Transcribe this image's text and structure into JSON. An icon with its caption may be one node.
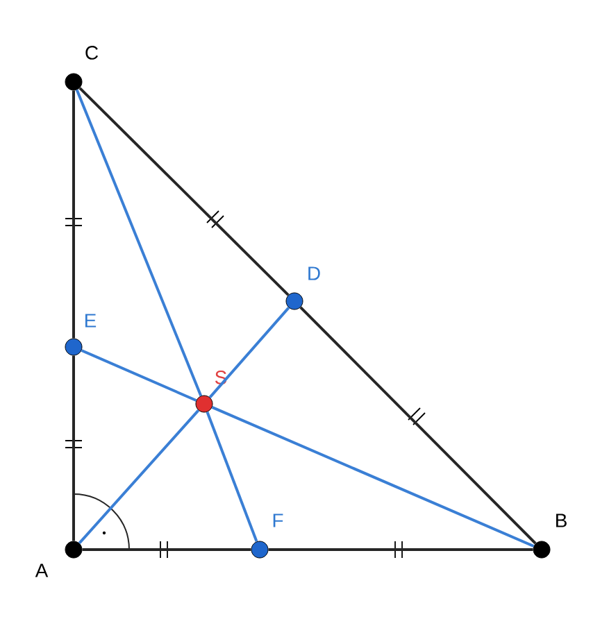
{
  "diagram": {
    "nodes": [
      {
        "text": [
          "C"
        ]
      },
      {
        "text": [
          "D"
        ]
      },
      {
        "text": [
          "E"
        ]
      },
      {
        "text": [
          "S"
        ]
      },
      {
        "text": [
          "A"
        ]
      },
      {
        "text": [
          "F"
        ]
      },
      {
        "text": [
          "B"
        ]
      }
    ],
    "edges": [
      {
        "from": 0,
        "to": 1,
        "arrow": "none"
      },
      {
        "from": 1,
        "to": 6,
        "arrow": "none"
      },
      {
        "from": 6,
        "to": 5,
        "arrow": "none"
      },
      {
        "from": 5,
        "to": 4,
        "arrow": "none"
      },
      {
        "from": 4,
        "to": 2,
        "arrow": "none"
      },
      {
        "from": 2,
        "to": 0,
        "arrow": "none"
      },
      {
        "from": 0,
        "to": 3,
        "arrow": "none",
        "color": "#3a7fd5"
      },
      {
        "from": 3,
        "to": 5,
        "arrow": "none",
        "color": "#3a7fd5"
      },
      {
        "from": 6,
        "to": 3,
        "arrow": "none",
        "color": "#3a7fd5"
      },
      {
        "from": 3,
        "to": 2,
        "arrow": "none",
        "color": "#3a7fd5"
      },
      {
        "from": 4,
        "to": 3,
        "arrow": "none",
        "color": "#3a7fd5"
      },
      {
        "from": 3,
        "to": 1,
        "arrow": "none",
        "color": "#3a7fd5"
      }
    ]
  }
}
